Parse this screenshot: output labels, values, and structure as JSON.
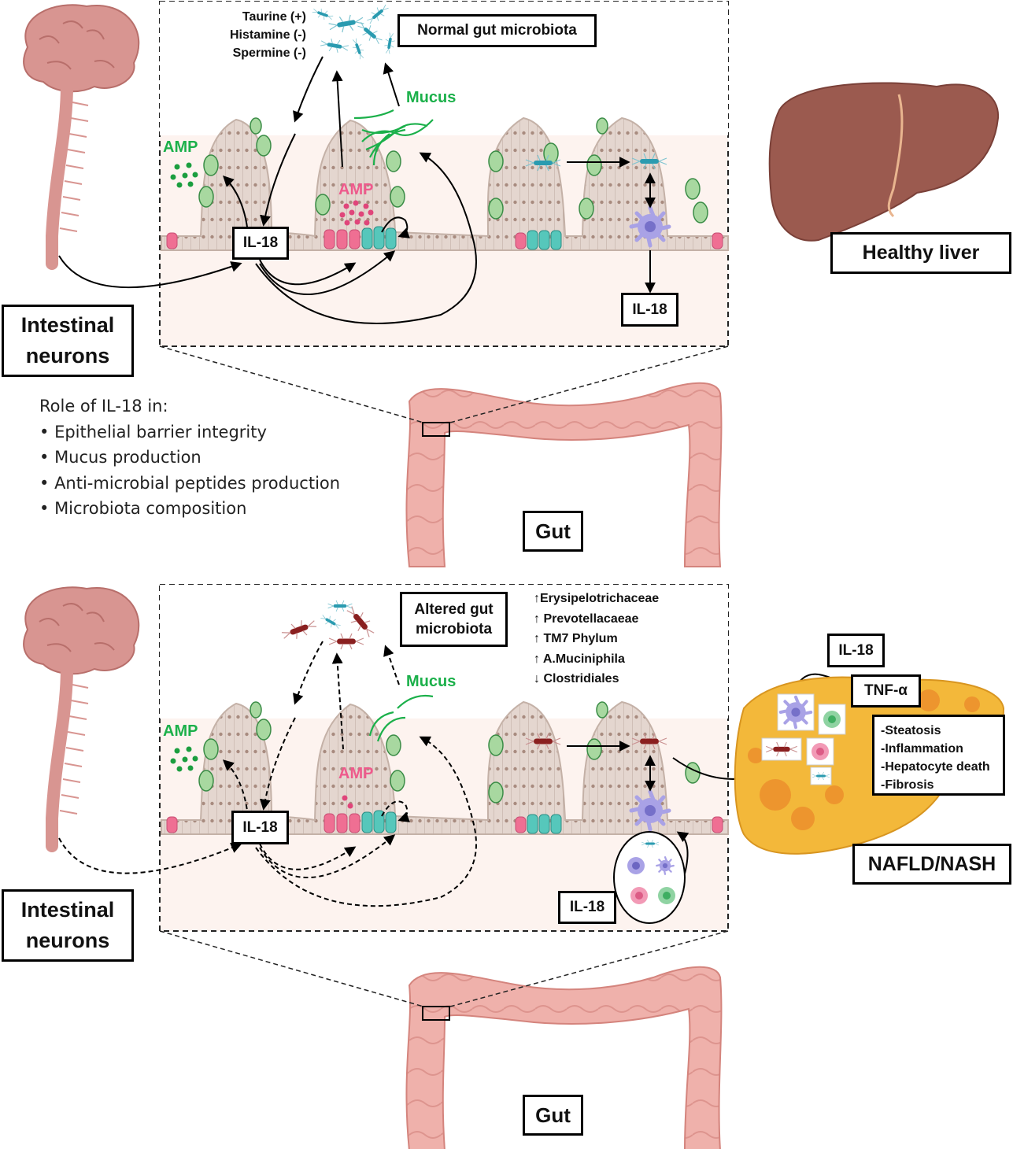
{
  "top_panel": {
    "microbiota_metabolites": [
      "Taurine (+)",
      "Histamine (-)",
      "Spermine (-)"
    ],
    "microbiota_label": "Normal gut microbiota",
    "mucus_label": "Mucus",
    "amp_left": "AMP",
    "amp_crypt": "AMP",
    "il18_center": "IL-18",
    "il18_right": "IL-18",
    "neurons_label": "Intestinal neurons",
    "liver_label": "Healthy liver",
    "gut_label": "Gut"
  },
  "role_list": {
    "title": "Role of IL-18 in:",
    "items": [
      "Epithelial barrier integrity",
      "Mucus production",
      "Anti-microbial peptides production",
      "Microbiota composition"
    ]
  },
  "bottom_panel": {
    "microbiota_label": "Altered gut microbiota",
    "taxa_changes": [
      "↑Erysipelotrichaceae",
      "↑ Prevotellacaeae",
      "↑ TM7 Phylum",
      "↑ A.Muciniphila",
      "↓ Clostridiales"
    ],
    "mucus_label": "Mucus",
    "amp_left": "AMP",
    "amp_crypt": "AMP",
    "il18_center": "IL-18",
    "il18_immune": "IL-18",
    "il18_liver": "IL-18",
    "tnf_label": "TNF-α",
    "liver_effects": [
      "-Steatosis",
      "-Inflammation",
      "-Hepatocyte death",
      "-Fibrosis"
    ],
    "neurons_label": "Intestinal neurons",
    "liver_label": "NAFLD/NASH",
    "gut_label": "Gut"
  },
  "colors": {
    "mucus_green": "#1bb04a",
    "amp_pink": "#ee5a8c",
    "lumen_bg": "#fdf3ef",
    "healthy_liver": "#9b5a4f",
    "diseased_liver": "#f3b83a",
    "gut_tissue": "#eeaaa5"
  }
}
